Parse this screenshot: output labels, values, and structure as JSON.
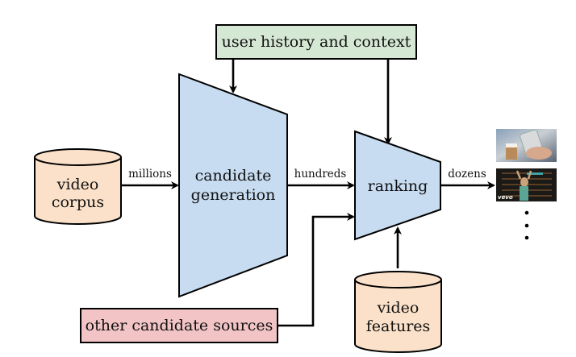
{
  "diagram": {
    "nodes": {
      "user_history": {
        "label": "user history and context",
        "fill": "#d5e8d4"
      },
      "video_corpus": {
        "line1": "video",
        "line2": "corpus",
        "fill": "#fbe1c9"
      },
      "candidate_generation": {
        "line1": "candidate",
        "line2": "generation",
        "fill": "#c7dcf0"
      },
      "ranking": {
        "label": "ranking",
        "fill": "#c7dcf0"
      },
      "video_features": {
        "line1": "video",
        "line2": "features",
        "fill": "#fbe1c9"
      },
      "other_sources": {
        "label": "other candidate sources",
        "fill": "#f2c4c6"
      }
    },
    "edges": {
      "corpus_to_generation": "millions",
      "generation_to_ranking": "hundreds",
      "ranking_to_output": "dozens"
    },
    "output": {
      "thumbnails": [
        {
          "description": "hand holding phone and coffee cup"
        },
        {
          "description": "music video thumbnail",
          "watermark": "vevo"
        }
      ],
      "ellipsis": "⋮"
    }
  }
}
